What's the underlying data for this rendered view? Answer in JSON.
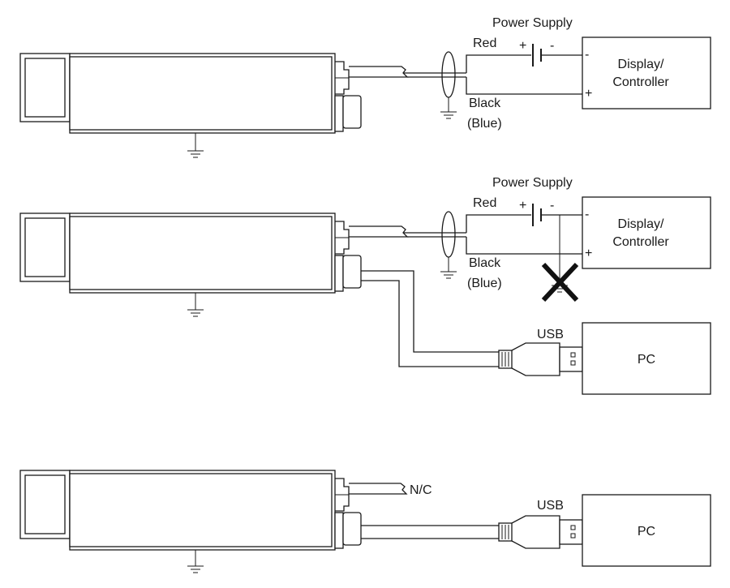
{
  "diagram1": {
    "power_supply": "Power Supply",
    "red": "Red",
    "black": "Black",
    "blue": "(Blue)",
    "plus": "+",
    "minus": "-",
    "device": [
      "Display/",
      "Controller"
    ],
    "term_minus": "-",
    "term_plus": "+"
  },
  "diagram2": {
    "power_supply": "Power Supply",
    "red": "Red",
    "black": "Black",
    "blue": "(Blue)",
    "plus": "+",
    "minus": "-",
    "device": [
      "Display/",
      "Controller"
    ],
    "term_minus": "-",
    "term_plus": "+",
    "usb": "USB",
    "pc": "PC"
  },
  "diagram3": {
    "nc": "N/C",
    "usb": "USB",
    "pc": "PC"
  }
}
